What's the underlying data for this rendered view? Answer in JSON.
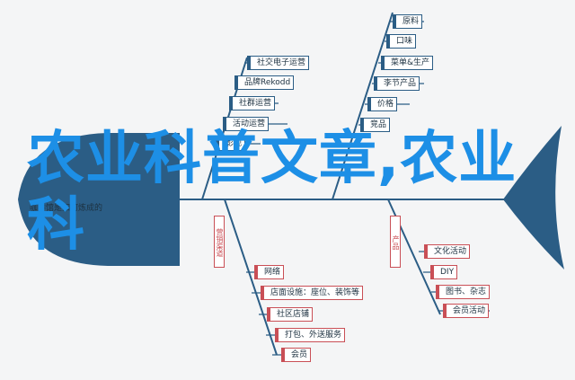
{
  "headline": "农业科普文章,农业科",
  "fish_label": "咖啡馆是如何炼成的",
  "colors": {
    "fish": "#2b5d85",
    "accent": "#c94f56",
    "headline": "#1d8fe6"
  },
  "branches": {
    "upper_left": {
      "category": "",
      "items": [
        "社交电子运营",
        "品牌Rekodd",
        "社群运营",
        "活动运营",
        "影视"
      ]
    },
    "upper_right": {
      "category": "",
      "items": [
        "原料",
        "口味",
        "菜单&生产",
        "李节产品",
        "价格",
        "竞品"
      ]
    },
    "lower_left": {
      "category": "营销渠道",
      "items": [
        "网络",
        "店面设施：座位、装饰等",
        "社区店铺",
        "打包、外送服务",
        "会员"
      ]
    },
    "lower_right": {
      "category": "产品",
      "items": [
        "文化活动",
        "DIY",
        "图书、杂志",
        "会员活动"
      ]
    }
  }
}
